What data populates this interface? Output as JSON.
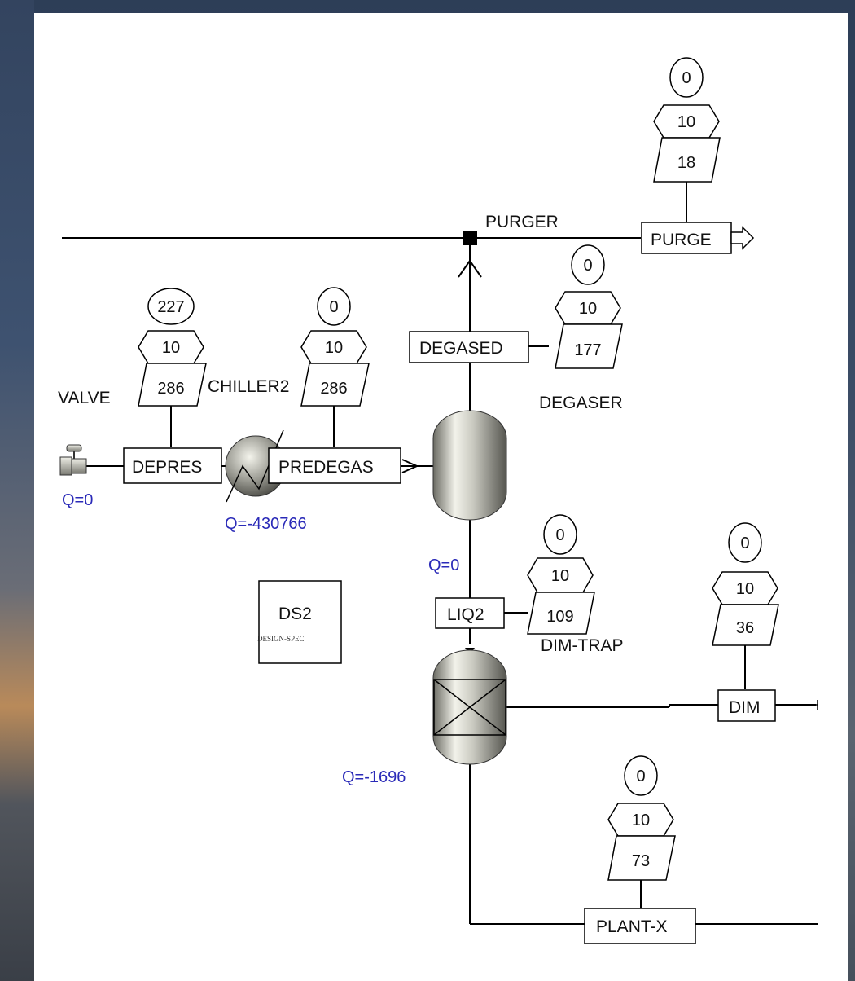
{
  "streams": {
    "purge": "PURGE",
    "degased": "DEGASED",
    "depres": "DEPRES",
    "predegas": "PREDEGAS",
    "liq2": "LIQ2",
    "dim": "DIM",
    "plant_x": "PLANT-X"
  },
  "blocks": {
    "purger": "PURGER",
    "degaser": "DEGASER",
    "valve": "VALVE",
    "chiller2": "CHILLER2",
    "dim_trap": "DIM-TRAP"
  },
  "heat_duties": {
    "valve": "Q=0",
    "chiller2": "Q=-430766",
    "degaser": "Q=0",
    "dim_trap": "Q=-1696"
  },
  "design_spec": {
    "name": "DS2",
    "type": "DESIGN-SPEC"
  },
  "stream_tags": {
    "purge": {
      "temperature": "0",
      "pressure": "10",
      "flow": "18"
    },
    "degased": {
      "temperature": "0",
      "pressure": "10",
      "flow": "177"
    },
    "depres": {
      "temperature": "227",
      "pressure": "10",
      "flow": "286"
    },
    "predegas": {
      "temperature": "0",
      "pressure": "10",
      "flow": "286"
    },
    "liq2": {
      "temperature": "0",
      "pressure": "10",
      "flow": "109"
    },
    "dim": {
      "temperature": "0",
      "pressure": "10",
      "flow": "36"
    },
    "plant_x": {
      "temperature": "0",
      "pressure": "10",
      "flow": "73"
    }
  }
}
